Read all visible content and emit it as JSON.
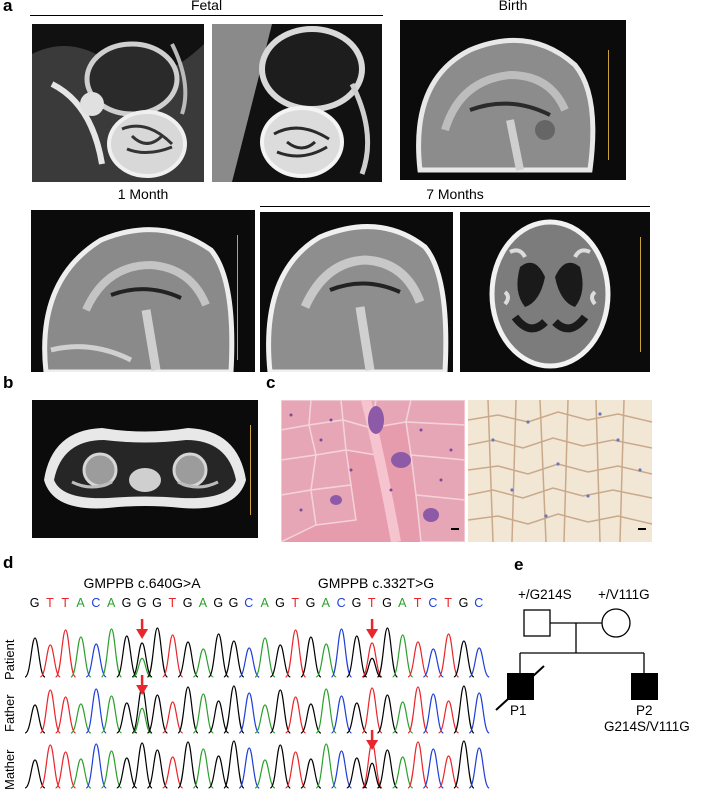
{
  "panels": {
    "a": {
      "label": "a",
      "groups": [
        {
          "key": "fetal",
          "title": "Fetal"
        },
        {
          "key": "birth",
          "title": "Birth"
        },
        {
          "key": "month1",
          "title": "1 Month"
        },
        {
          "key": "month7",
          "title": "7 Months"
        }
      ]
    },
    "b": {
      "label": "b"
    },
    "c": {
      "label": "c"
    },
    "d": {
      "label": "d",
      "variant1": {
        "title": "GMPPB c.640G>A",
        "sequence": [
          "G",
          "T",
          "T",
          "A",
          "C",
          "A",
          "G",
          "G",
          "G",
          "T",
          "G",
          "A",
          "G",
          "G",
          "C"
        ]
      },
      "variant2": {
        "title": "GMPPB c.332T>G",
        "sequence": [
          "A",
          "G",
          "T",
          "G",
          "A",
          "C",
          "G",
          "T",
          "G",
          "A",
          "T",
          "C",
          "T",
          "G",
          "C"
        ]
      },
      "rows": [
        "Patient",
        "Father",
        "Mather"
      ],
      "base_colors": {
        "A": "#2ca02c",
        "C": "#1f3fd6",
        "G": "#000000",
        "T": "#e8262b"
      },
      "arrow_color": "#e8262b"
    },
    "e": {
      "label": "e",
      "father_genotype": "+/G214S",
      "mother_genotype": "+/V111G",
      "p1_label": "P1",
      "p2_label": "P2",
      "p2_genotype": "G214S/V111G"
    }
  }
}
